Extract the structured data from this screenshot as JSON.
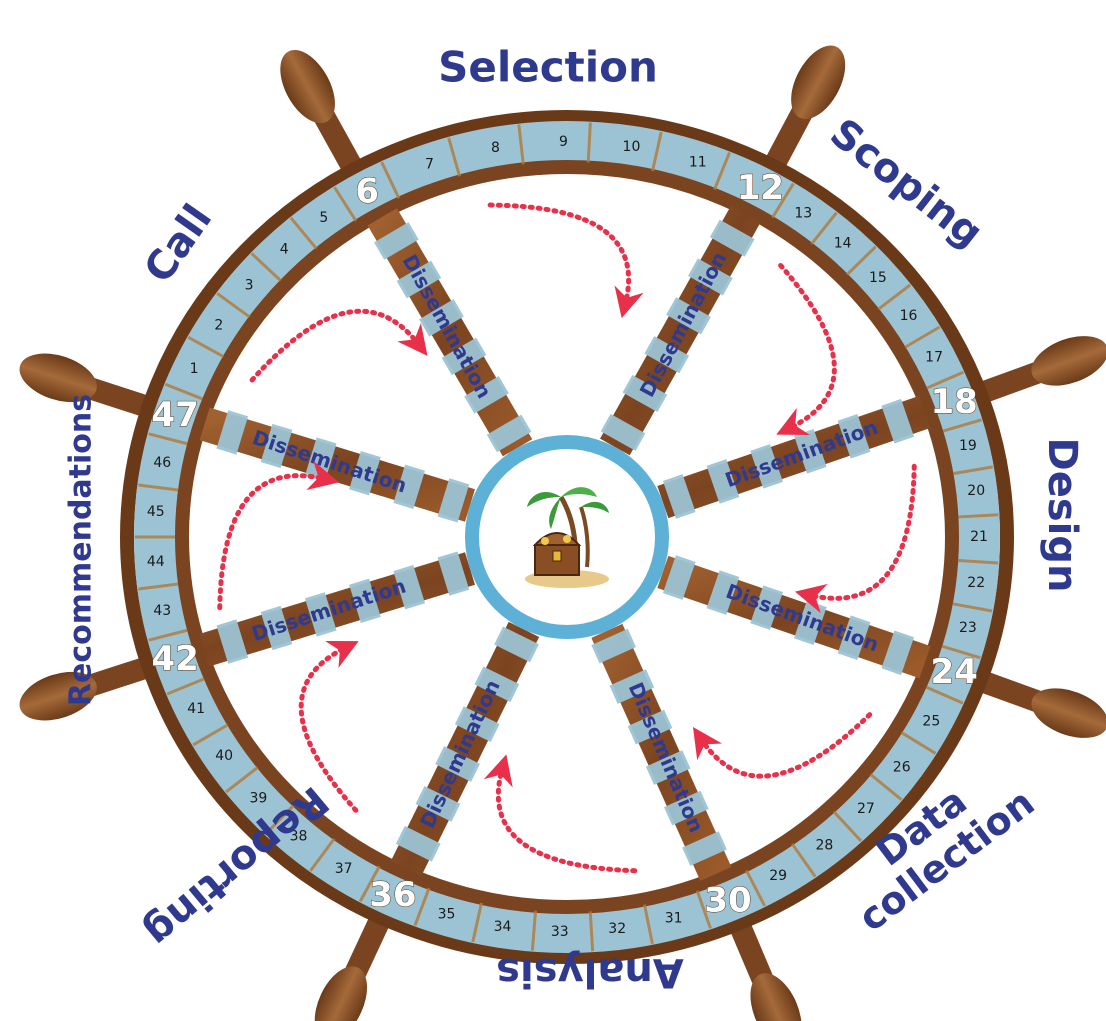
{
  "stages": [
    {
      "id": "call",
      "label": "Call"
    },
    {
      "id": "selection",
      "label": "Selection"
    },
    {
      "id": "scoping",
      "label": "Scoping"
    },
    {
      "id": "design",
      "label": "Design"
    },
    {
      "id": "data-collection",
      "label": "Data collection"
    },
    {
      "id": "analysis",
      "label": "Analysis"
    },
    {
      "id": "reporting",
      "label": "Reporting"
    },
    {
      "id": "recommendations",
      "label": "Recommendations"
    }
  ],
  "spoke_label": "Dissemination",
  "segments": [
    "1",
    "2",
    "3",
    "4",
    "5",
    "6",
    "7",
    "8",
    "9",
    "10",
    "11",
    "12",
    "13",
    "14",
    "15",
    "16",
    "17",
    "18",
    "19",
    "20",
    "21",
    "22",
    "23",
    "24",
    "25",
    "26",
    "27",
    "28",
    "29",
    "30",
    "31",
    "32",
    "33",
    "34",
    "35",
    "36",
    "37",
    "38",
    "39",
    "40",
    "41",
    "42",
    "43",
    "44",
    "45",
    "46",
    "47"
  ],
  "milestones": [
    "6",
    "12",
    "18",
    "24",
    "30",
    "36",
    "42",
    "47"
  ],
  "colors": {
    "wood": "#8a4e25",
    "wood_dark": "#5b3113",
    "rim_tape": "#9cc3d3",
    "hub_ring": "#5db0d6",
    "label_blue": "#2f3a8f",
    "arrow_red": "#e8304a"
  },
  "icons": {
    "hub": "treasure-chest-island-icon",
    "arrow": "curved-arrow-icon"
  }
}
